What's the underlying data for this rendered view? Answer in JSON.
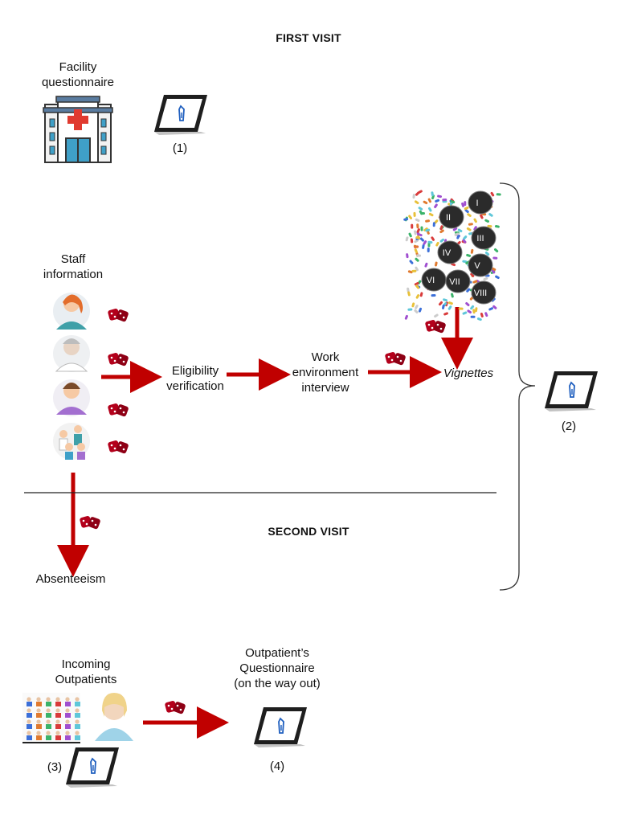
{
  "headings": {
    "first_visit": "FIRST VISIT",
    "second_visit": "SECOND VISIT"
  },
  "labels": {
    "facility_questionnaire": "Facility\nquestionnaire",
    "staff_information": "Staff\ninformation",
    "eligibility_verification": "Eligibility\nverification",
    "work_environment_interview": "Work\nenvironment\ninterview",
    "vignettes": "Vignettes",
    "absenteeism": "Absenteeism",
    "incoming_outpatients": "Incoming\nOutpatients",
    "outpatients_questionnaire": "Outpatient’s\nQuestionnaire\n(on the way out)"
  },
  "tablet_tags": {
    "t1": "(1)",
    "t2": "(2)",
    "t3": "(3)",
    "t4": "(4)"
  },
  "vignette_numerals": [
    "I",
    "II",
    "III",
    "IV",
    "V",
    "VI",
    "VII",
    "VIII"
  ],
  "colors": {
    "arrow": "#c00000",
    "dice": "#b3001b",
    "tablet": "#1e1e1e",
    "pen": "#1f5fbf"
  }
}
